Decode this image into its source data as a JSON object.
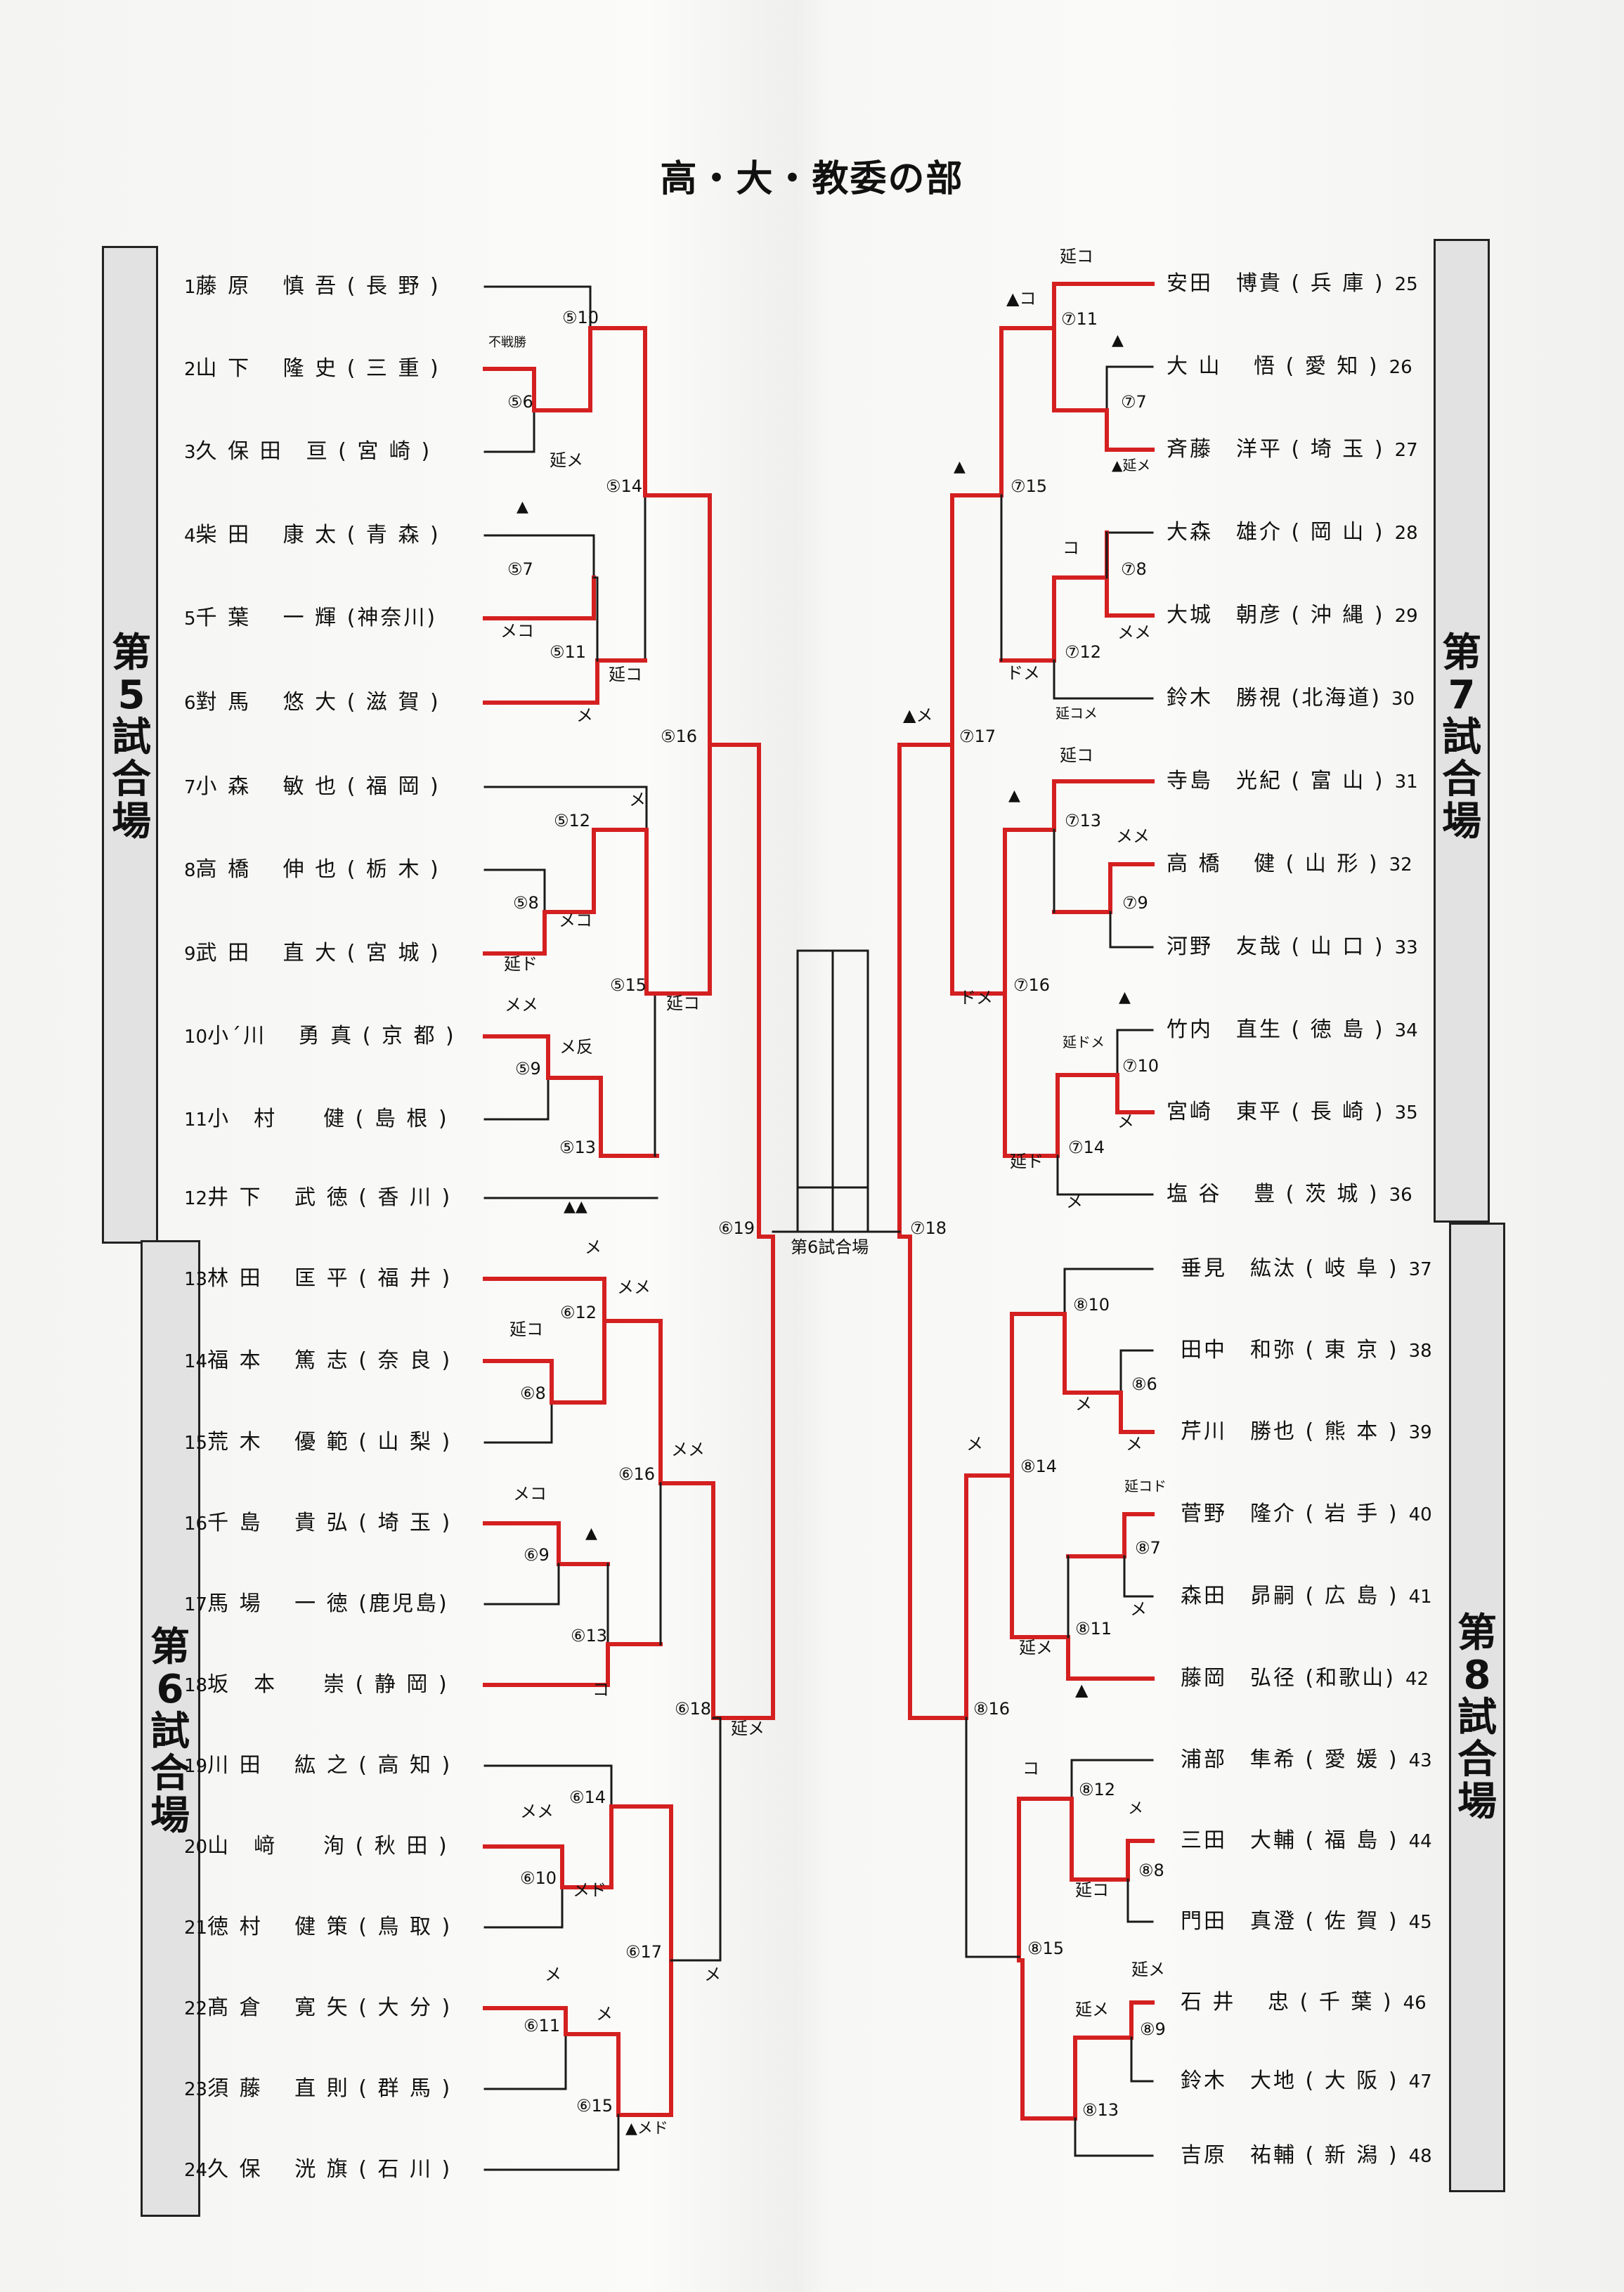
{
  "title": "高・大・教委の部",
  "banners": {
    "left_top": "第5試合場",
    "left_bottom": "第6試合場",
    "right_top": "第7試合場",
    "right_bottom": "第8試合場"
  },
  "center_label": "第6試合場",
  "left_players": [
    {
      "num": "1",
      "text": "藤 原　 慎 吾 ( 長 野 )"
    },
    {
      "num": "2",
      "text": "山 下　 隆 史 ( 三 重 )"
    },
    {
      "num": "3",
      "text": "久 保 田　亘 ( 宮 崎 )"
    },
    {
      "num": "4",
      "text": "柴 田　 康 太 ( 青 森 )"
    },
    {
      "num": "5",
      "text": "千 葉　 一 輝 (神奈川)"
    },
    {
      "num": "6",
      "text": "對 馬　 悠 大 ( 滋 賀 )"
    },
    {
      "num": "7",
      "text": "小 森　 敏 也 ( 福 岡 )"
    },
    {
      "num": "8",
      "text": "高 橋　 伸 也 ( 栃 木 )"
    },
    {
      "num": "9",
      "text": "武 田　 直 大 ( 宮 城 )"
    },
    {
      "num": "10",
      "text": "小´川　 勇 真 ( 京 都 )"
    },
    {
      "num": "11",
      "text": "小　村　　健 ( 島 根 )"
    },
    {
      "num": "12",
      "text": "井 下　 武 徳 ( 香 川 )"
    },
    {
      "num": "13",
      "text": "林 田　 匡 平 ( 福 井 )"
    },
    {
      "num": "14",
      "text": "福 本　 篤 志 ( 奈 良 )"
    },
    {
      "num": "15",
      "text": "荒 木　 優 範 ( 山 梨 )"
    },
    {
      "num": "16",
      "text": "千 島　 貴 弘 ( 埼 玉 )"
    },
    {
      "num": "17",
      "text": "馬 場　 一 徳 (鹿児島)"
    },
    {
      "num": "18",
      "text": "坂　本　　崇 ( 静 岡 )"
    },
    {
      "num": "19",
      "text": "川 田　 紘 之 ( 高 知 )"
    },
    {
      "num": "20",
      "text": "山　﨑　　洵 ( 秋 田 )"
    },
    {
      "num": "21",
      "text": "徳 村　 健 策 ( 鳥 取 )"
    },
    {
      "num": "22",
      "text": "髙 倉　 寛 矢 ( 大 分 )"
    },
    {
      "num": "23",
      "text": "須 藤　 直 則 ( 群 馬 )"
    },
    {
      "num": "24",
      "text": "久 保　 洸 旗 ( 石 川 )"
    }
  ],
  "right_players": [
    {
      "num": "25",
      "text": "安田　博貴 ( 兵 庫 )"
    },
    {
      "num": "26",
      "text": "大 山　 悟 ( 愛 知 )"
    },
    {
      "num": "27",
      "text": "斉藤　洋平 ( 埼 玉 )"
    },
    {
      "num": "28",
      "text": "大森　雄介 ( 岡 山 )"
    },
    {
      "num": "29",
      "text": "大城　朝彦 ( 沖 縄 )"
    },
    {
      "num": "30",
      "text": "鈴木　勝視 (北海道)"
    },
    {
      "num": "31",
      "text": "寺島　光紀 ( 富 山 )"
    },
    {
      "num": "32",
      "text": "高 橋　 健 ( 山 形 )"
    },
    {
      "num": "33",
      "text": "河野　友哉 ( 山 口 )"
    },
    {
      "num": "34",
      "text": "竹内　直生 ( 徳 島 )"
    },
    {
      "num": "35",
      "text": "宮崎　東平 ( 長 崎 )"
    },
    {
      "num": "36",
      "text": "塩 谷　 豊 ( 茨 城 )"
    },
    {
      "num": "37",
      "text": "垂見　紘汰 ( 岐 阜 )"
    },
    {
      "num": "38",
      "text": "田中　和弥 ( 東 京 )"
    },
    {
      "num": "39",
      "text": "芹川　勝也 ( 熊 本 )"
    },
    {
      "num": "40",
      "text": "菅野　隆介 ( 岩 手 )"
    },
    {
      "num": "41",
      "text": "森田　昴嗣 ( 広 島 )"
    },
    {
      "num": "42",
      "text": "藤岡　弘径 (和歌山)"
    },
    {
      "num": "43",
      "text": "浦部　隼希 ( 愛 媛 )"
    },
    {
      "num": "44",
      "text": "三田　大輔 ( 福 島 )"
    },
    {
      "num": "45",
      "text": "門田　真澄 ( 佐 賀 )"
    },
    {
      "num": "46",
      "text": "石 井　 忠 ( 千 葉 )"
    },
    {
      "num": "47",
      "text": "鈴木　大地 ( 大 阪 )"
    },
    {
      "num": "48",
      "text": "吉原　祐輔 ( 新 潟 )"
    }
  ],
  "left_match_labels": {
    "m5_10": "⑤10",
    "m5_6": "⑤6",
    "m5_14": "⑤14",
    "m5_7": "⑤7",
    "m5_11": "⑤11",
    "m5_16": "⑤16",
    "m5_12": "⑤12",
    "m5_8": "⑤8",
    "m5_15": "⑤15",
    "m5_9": "⑤9",
    "m5_13": "⑤13",
    "m6_19": "⑥19",
    "m6_12": "⑥12",
    "m6_8": "⑥8",
    "m6_16": "⑥16",
    "m6_9": "⑥9",
    "m6_13": "⑥13",
    "m6_18": "⑥18",
    "m6_14": "⑥14",
    "m6_10": "⑥10",
    "m6_17": "⑥17",
    "m6_11": "⑥11",
    "m6_15": "⑥15"
  },
  "right_match_labels": {
    "m7_11": "⑦11",
    "m7_7": "⑦7",
    "m7_15": "⑦15",
    "m7_8": "⑦8",
    "m7_12": "⑦12",
    "m7_17": "⑦17",
    "m7_13": "⑦13",
    "m7_9": "⑦9",
    "m7_16": "⑦16",
    "m7_10": "⑦10",
    "m7_14": "⑦14",
    "m7_18": "⑦18",
    "m8_10": "⑧10",
    "m8_6": "⑧6",
    "m8_14": "⑧14",
    "m8_7": "⑧7",
    "m8_11": "⑧11",
    "m8_16": "⑧16",
    "m8_12": "⑧12",
    "m8_8": "⑧8",
    "m8_15": "⑧15",
    "m8_9": "⑧9",
    "m8_13": "⑧13"
  },
  "result_marks": {
    "a1": "不戦勝",
    "a2": "延メ",
    "a3": "▲",
    "a4": "メコ",
    "a5": "延コ",
    "a6": "メ",
    "a7": "メ",
    "a8": "メコ",
    "a9": "延ド",
    "a10": "延コ",
    "a11": "メメ",
    "a12": "メ反",
    "a13": "▲▲",
    "a14": "メ",
    "a15": "メメ",
    "a16": "延コ",
    "a17": "メメ",
    "a18": "メコ",
    "a19": "▲",
    "a20": "コ",
    "a21": "延メ",
    "a22": "メメ",
    "a23": "メド",
    "a24": "メ",
    "a25": "メ",
    "a26": "メ",
    "a27": "▲メド",
    "b1": "延コ",
    "b2": "▲コ",
    "b3": "▲",
    "b4": "▲延メ",
    "b5": "▲",
    "b6": "コ",
    "b7": "メメ",
    "b8": "ドメ",
    "b9": "延コメ",
    "b10": "▲メ",
    "b11": "延コ",
    "b12": "▲",
    "b13": "メメ",
    "b14": "ドメ",
    "b15": "▲",
    "b16": "延ドメ",
    "b17": "メ",
    "b18": "延ド",
    "b19": "メ",
    "b20": "メ",
    "b21": "メ",
    "b22": "延コド",
    "b23": "メ",
    "b24": "メ",
    "b25": "延メ",
    "b26": "▲",
    "b27": "コ",
    "b28": "メ",
    "b29": "延コ",
    "b30": "延メ",
    "b31": "延メ"
  },
  "colors": {
    "winner_line": "#d42020",
    "base_line": "#1a1a1a"
  }
}
